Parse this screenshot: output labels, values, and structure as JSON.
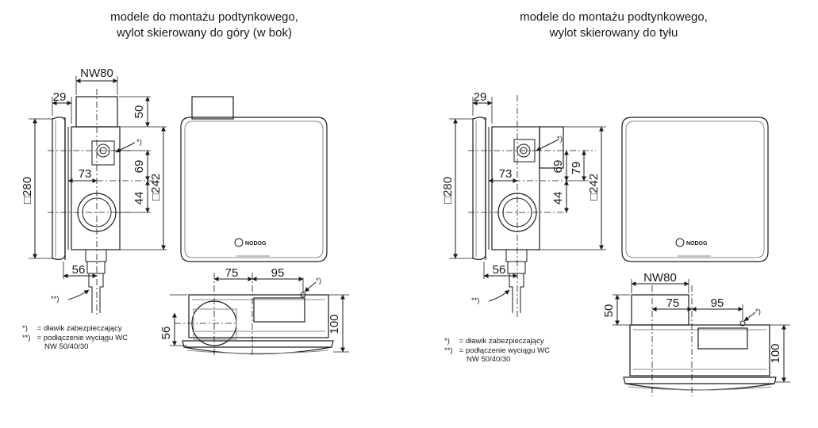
{
  "panels": [
    {
      "title_line1": "modele do montażu podtynkowego,",
      "title_line2": "wylot skierowany do góry (w bok)",
      "dims": {
        "nw": "NW80",
        "d29": "29",
        "d50": "50",
        "d280": "□280",
        "d242": "□242",
        "d73": "73",
        "d69": "69",
        "d44": "44",
        "d56": "56",
        "d75": "75",
        "d95": "95",
        "d56b": "56",
        "d100": "100"
      },
      "marks": {
        "star": "*)",
        "star2": "**)"
      },
      "logo": "NODOG"
    },
    {
      "title_line1": "modele do montażu podtynkowego,",
      "title_line2": "wylot skierowany do tyłu",
      "dims": {
        "nw": "NW80",
        "d29": "29",
        "d50": "50",
        "d280": "□280",
        "d242": "□242",
        "d73": "73",
        "d69": "69",
        "d79": "79",
        "d44": "44",
        "d56": "56",
        "d75": "75",
        "d95": "95",
        "d100": "100"
      },
      "marks": {
        "star": "*)",
        "star2": "**)"
      },
      "logo": "NODOG"
    }
  ],
  "legend": {
    "key1": "*)",
    "text1": "dławik zabezpieczający",
    "key2": "**)",
    "text2": "podłączenie wyciągu WC",
    "text3": "NW 50/40/30"
  }
}
